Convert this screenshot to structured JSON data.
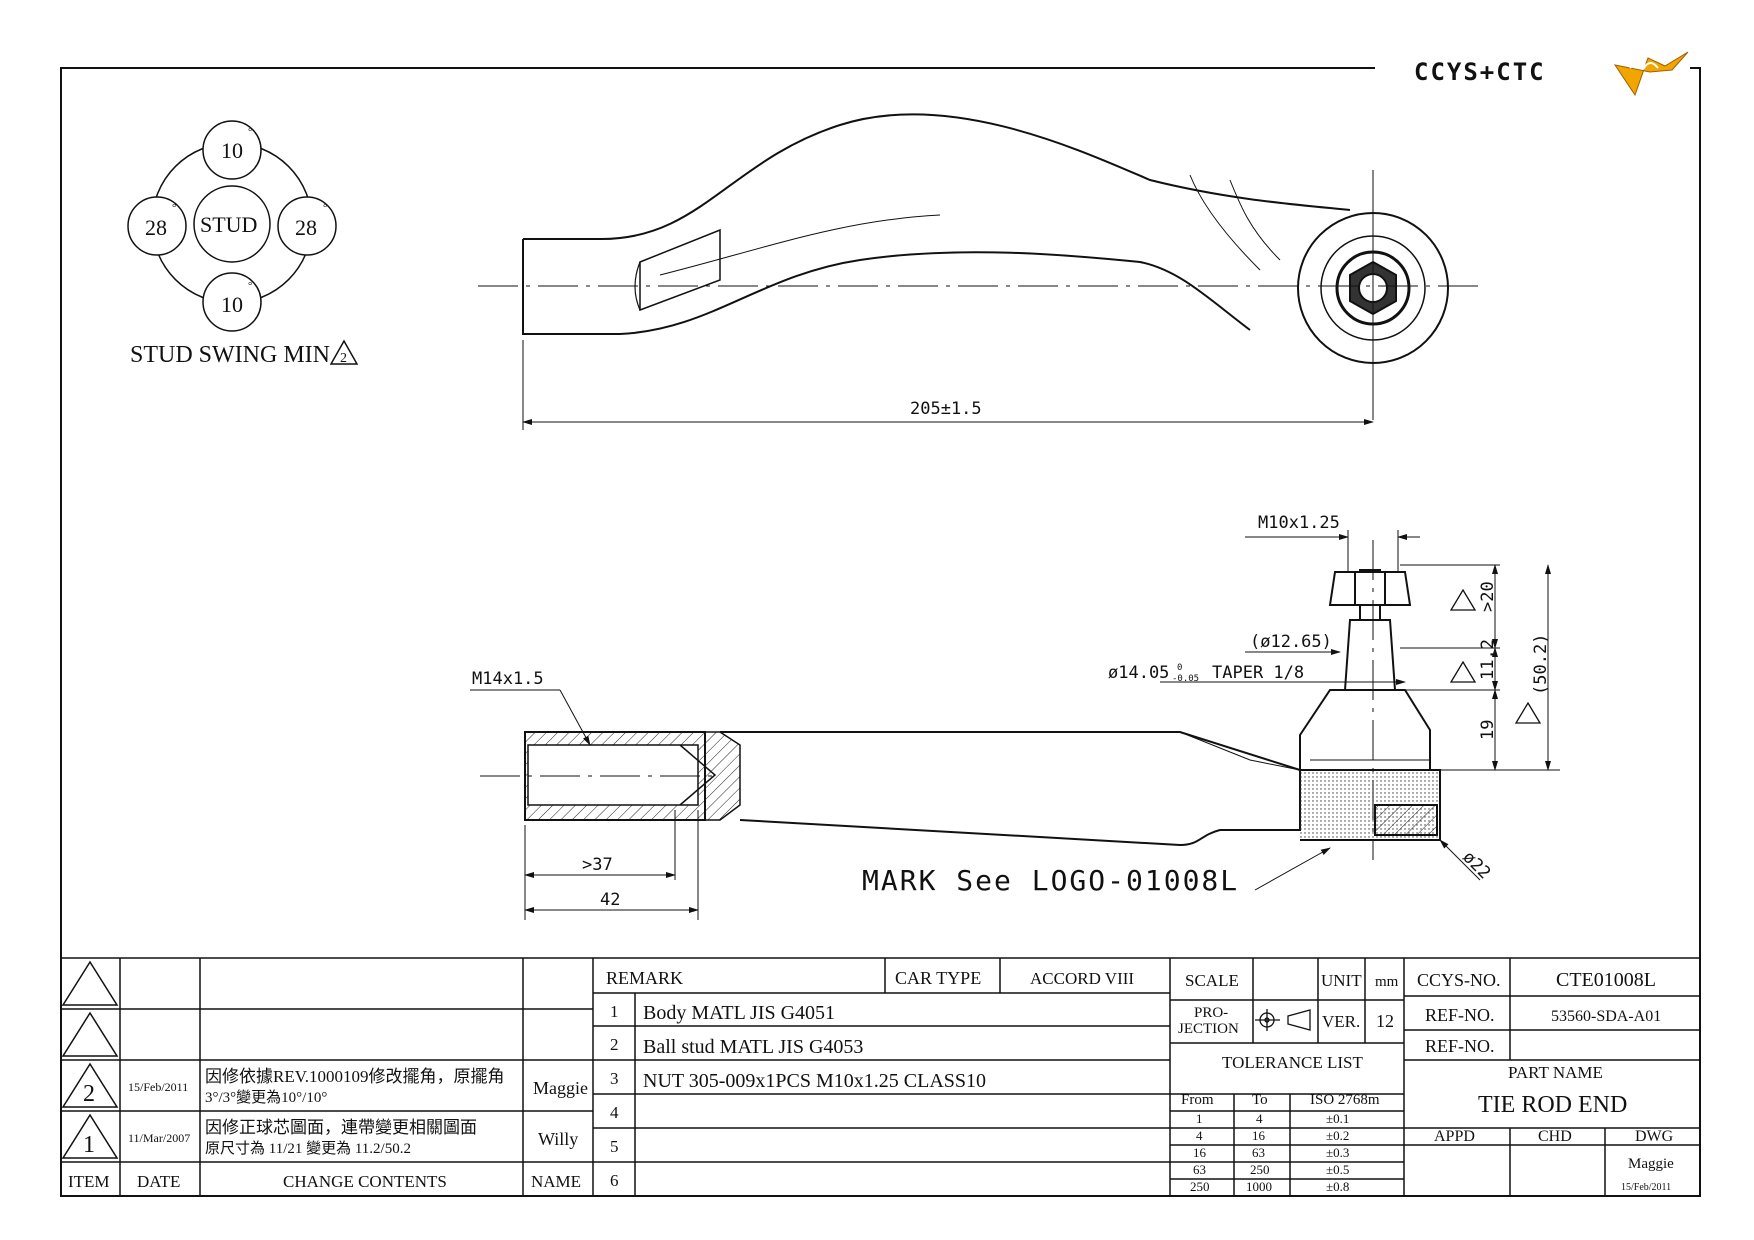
{
  "logo": {
    "text": "CCYS+CTC"
  },
  "swing": {
    "top": "10",
    "bottom": "10",
    "left": "28",
    "right": "28",
    "degree": "°",
    "center": "STUD",
    "caption": "STUD SWING MIN",
    "rev_mark": "2"
  },
  "top_view": {
    "length_dim": "205±1.5"
  },
  "side_view": {
    "thread_stud": "M10x1.25",
    "dia_taper_ref": "(ø12.65)",
    "dia_taper": "ø14.05",
    "tol_upper": "0",
    "tol_lower": "-0.05",
    "taper": "TAPER 1/8",
    "dim_20": ">20",
    "dim_11_2": "11.2",
    "dim_19": "19",
    "dim_50_2": "(50.2)",
    "thread_body": "M14x1.5",
    "dim_37": ">37",
    "dim_42": "42",
    "ball_dia": "ø22",
    "mark": "MARK See LOGO-01008L"
  },
  "revisions": {
    "rows": [
      {
        "item": "",
        "date": "",
        "line1": "",
        "line2": "",
        "name": ""
      },
      {
        "item": "",
        "date": "",
        "line1": "",
        "line2": "",
        "name": ""
      },
      {
        "item": "2",
        "date": "15/Feb/2011",
        "line1": "因修依據REV.1000109修改擺角，原擺角",
        "line2": "3°/3°變更為10°/10°",
        "name": "Maggie"
      },
      {
        "item": "1",
        "date": "11/Mar/2007",
        "line1": "因修正球芯圖面，連帶變更相關圖面",
        "line2": "原尺寸為 11/21 變更為 11.2/50.2",
        "name": "Willy"
      }
    ],
    "headers": {
      "item": "ITEM",
      "date": "DATE",
      "contents": "CHANGE CONTENTS",
      "name": "NAME"
    }
  },
  "remarks": {
    "header": "REMARK",
    "car_type_label": "CAR TYPE",
    "car_type": "ACCORD VIII",
    "items": [
      {
        "no": "1",
        "text": "Body MATL JIS G4051"
      },
      {
        "no": "2",
        "text": "Ball stud MATL JIS G4053"
      },
      {
        "no": "3",
        "text": "NUT 305-009x1PCS M10x1.25 CLASS10"
      },
      {
        "no": "4",
        "text": ""
      },
      {
        "no": "5",
        "text": ""
      },
      {
        "no": "6",
        "text": ""
      }
    ]
  },
  "title_block": {
    "scale_label": "SCALE",
    "scale_value": "",
    "unit_label": "UNIT",
    "unit_value": "mm",
    "projection_label_1": "PRO-",
    "projection_label_2": "JECTION",
    "ver_label": "VER.",
    "ver_value": "12",
    "ccys_label": "CCYS-NO.",
    "ccys_value": "CTE01008L",
    "ref1_label": "REF-NO.",
    "ref1_value": "53560-SDA-A01",
    "ref2_label": "REF-NO.",
    "ref2_value": "",
    "part_name_label": "PART NAME",
    "part_name": "TIE ROD END",
    "appd": "APPD",
    "chd": "CHD",
    "dwg": "DWG",
    "dwg_name": "Maggie",
    "dwg_date": "15/Feb/2011"
  },
  "tolerance": {
    "title": "TOLERANCE LIST",
    "headers": [
      "From",
      "To",
      "ISO 2768m"
    ],
    "rows": [
      [
        "1",
        "4",
        "±0.1"
      ],
      [
        "4",
        "16",
        "±0.2"
      ],
      [
        "16",
        "63",
        "±0.3"
      ],
      [
        "63",
        "250",
        "±0.5"
      ],
      [
        "250",
        "1000",
        "±0.8"
      ]
    ]
  }
}
